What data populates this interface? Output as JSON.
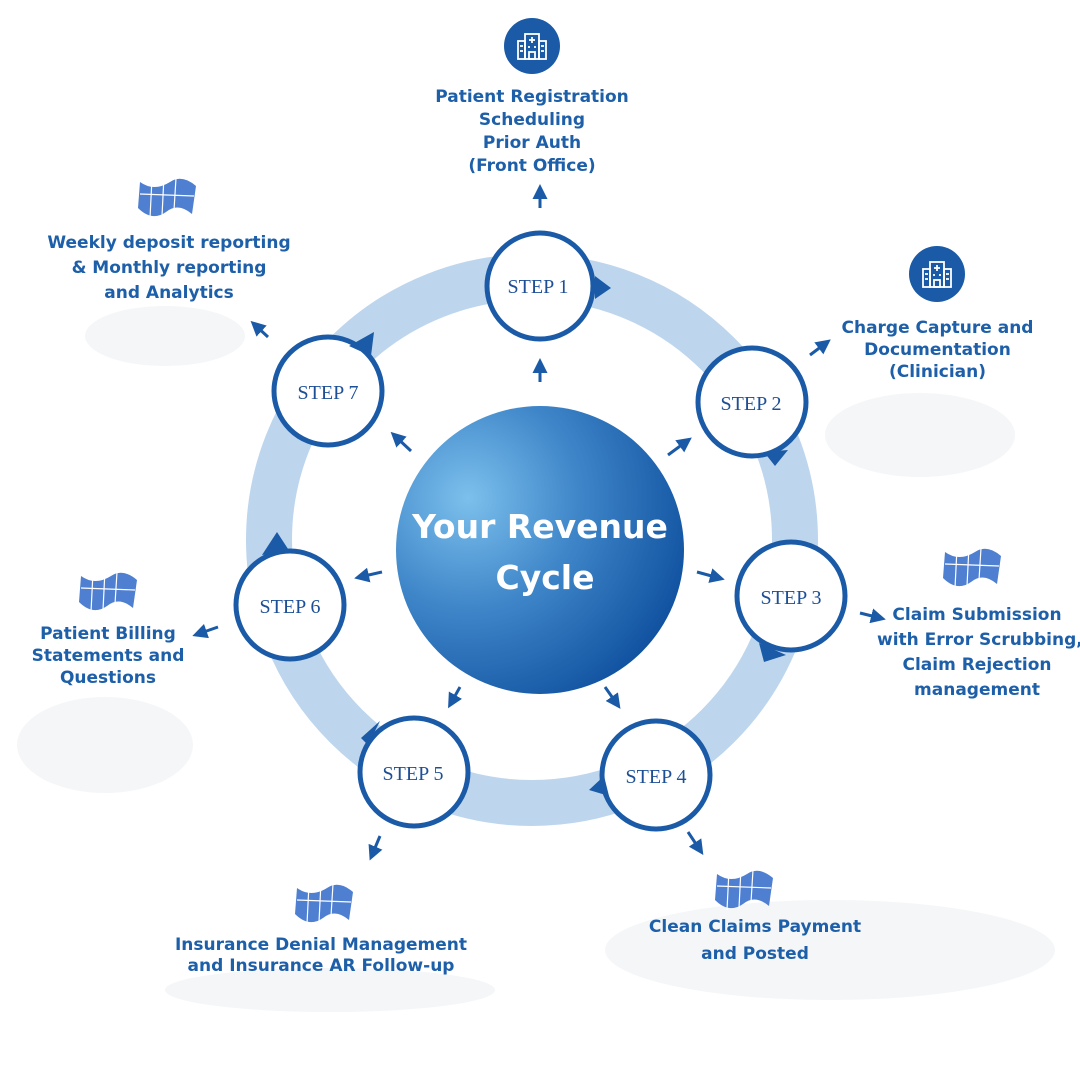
{
  "center": {
    "line1": "Your Revenue",
    "line2": "Cycle"
  },
  "steps": [
    {
      "label": "STEP 1"
    },
    {
      "label": "STEP 2"
    },
    {
      "label": "STEP 3"
    },
    {
      "label": "STEP 4"
    },
    {
      "label": "STEP 5"
    },
    {
      "label": "STEP 6"
    },
    {
      "label": "STEP 7"
    }
  ],
  "captions": {
    "step1": [
      "Patient Registration",
      "Scheduling",
      "Prior Auth",
      "(Front Office)"
    ],
    "step2": [
      "Charge Capture and",
      "Documentation",
      "(Clinician)"
    ],
    "step3": [
      "Claim Submission",
      "with Error Scrubbing,",
      "Claim Rejection",
      "management"
    ],
    "step4": [
      "Clean Claims Payment",
      "and Posted"
    ],
    "step5": [
      "Insurance Denial Management",
      "and Insurance AR Follow-up"
    ],
    "step6": [
      "Patient Billing",
      "Statements and",
      "Questions"
    ],
    "step7": [
      "Weekly deposit reporting",
      "&  Monthly reporting",
      "and Analytics"
    ]
  },
  "icons": {
    "step1": "hospital-building-icon",
    "step2": "hospital-building-icon",
    "step3": "logo-wave-icon",
    "step4": "logo-wave-icon",
    "step5": "logo-wave-icon",
    "step6": "logo-wave-icon",
    "step7": "logo-wave-icon"
  },
  "colors": {
    "ring": "#bdd6ee",
    "primary": "#1a5aa6",
    "text": "#1d5fa8",
    "center_light": "#6fb5e6",
    "center_dark": "#0d4f9e"
  }
}
